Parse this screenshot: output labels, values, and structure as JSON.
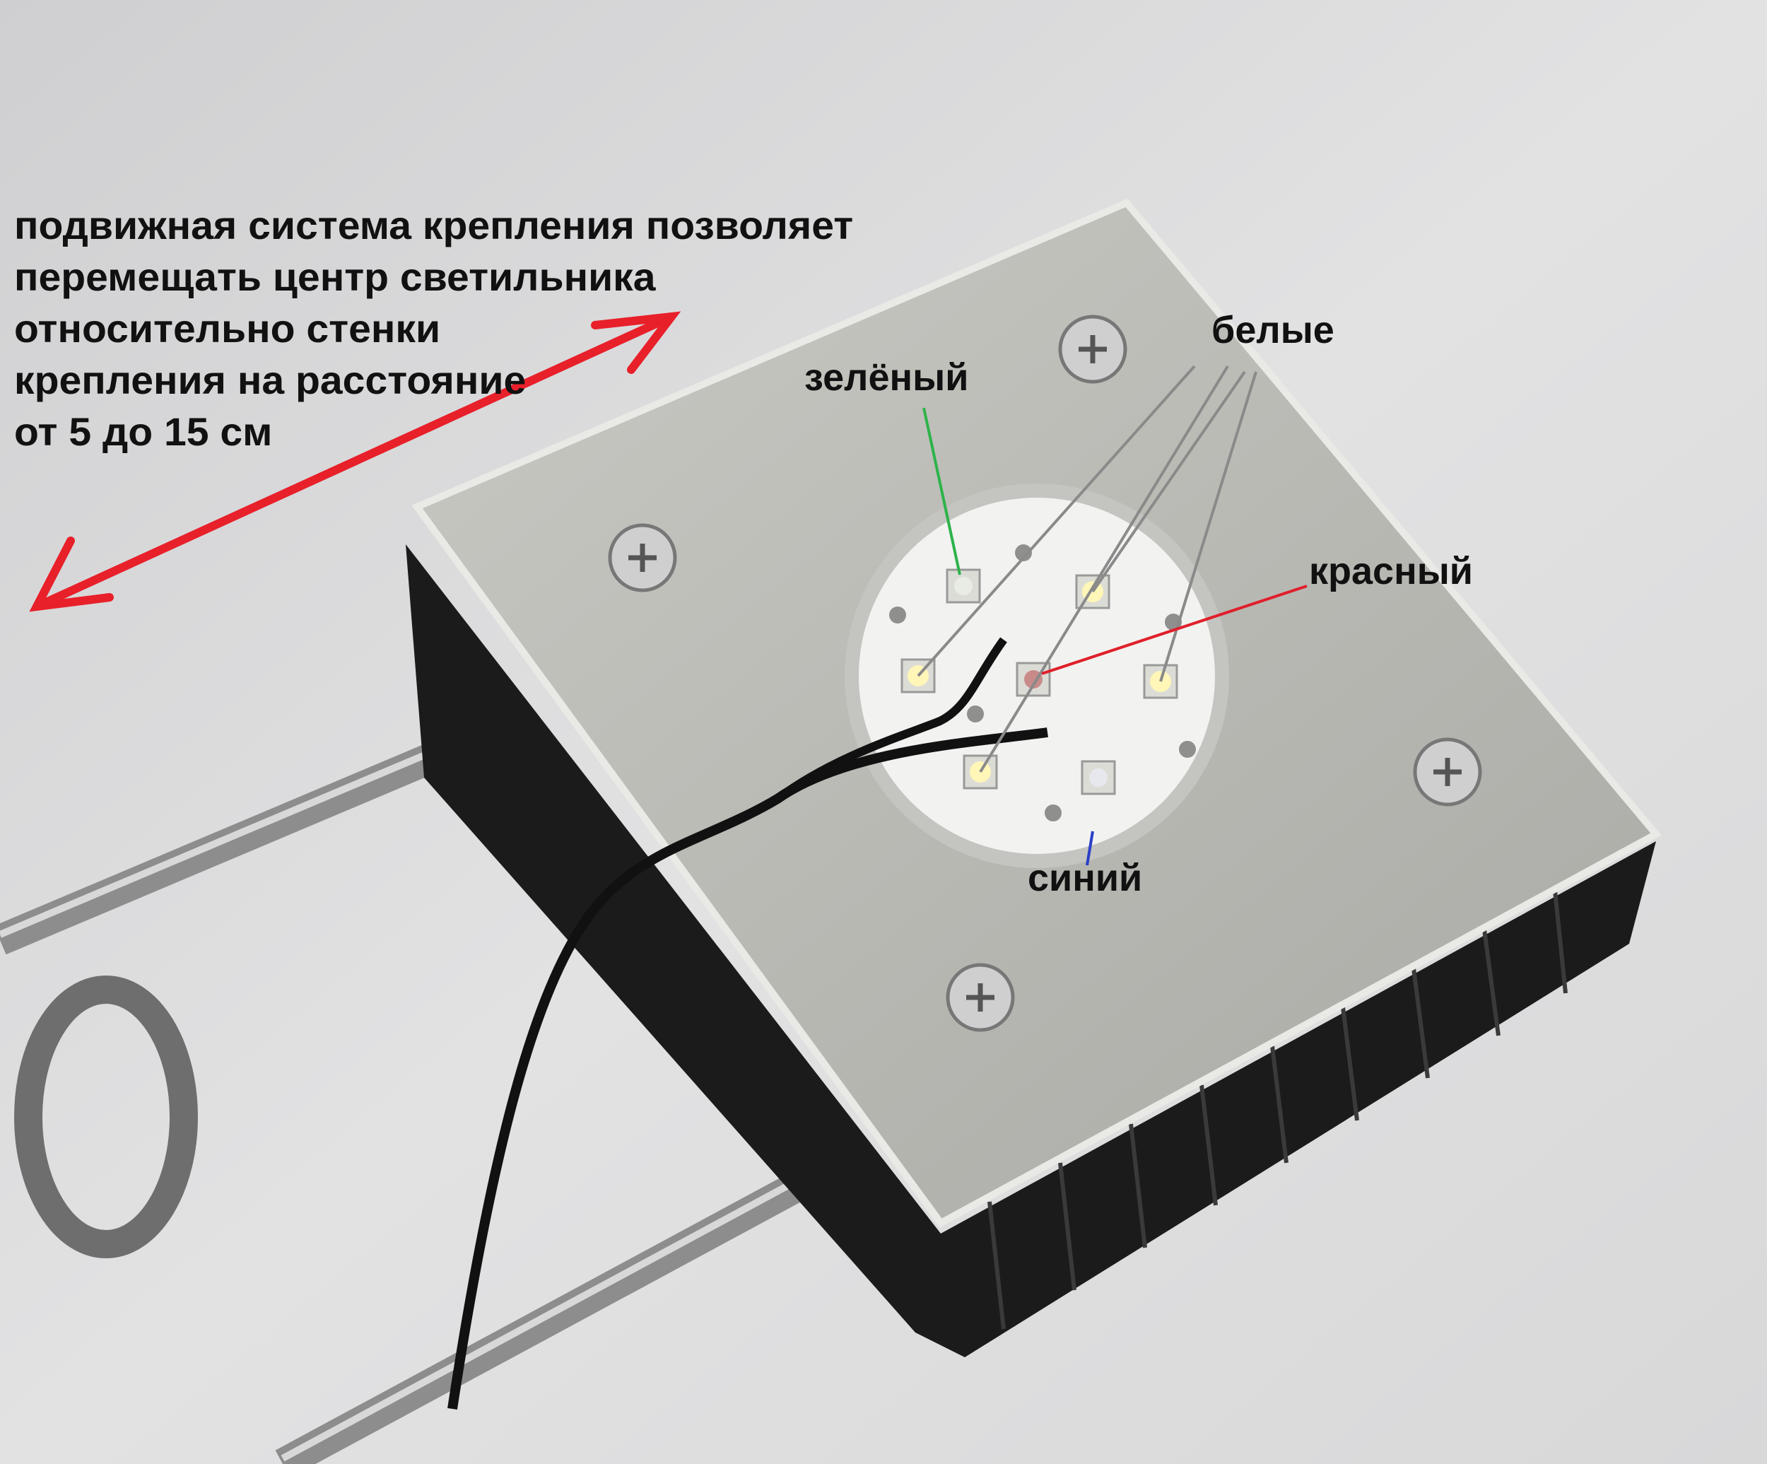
{
  "caption": {
    "lines": [
      "подвижная система крепления позволяет",
      "перемещать центр светильника",
      "относительно стенки",
      "крепления на расстояние",
      "от 5 до 15 см"
    ]
  },
  "labels": {
    "white": "белые",
    "green": "зелёный",
    "red": "красный",
    "blue": "синий"
  },
  "colors": {
    "arrow": "#e8202a",
    "green_line": "#2db34a",
    "red_line": "#e01f2a",
    "blue_line": "#2a3fc8",
    "grey_line": "#8a8a8a"
  }
}
